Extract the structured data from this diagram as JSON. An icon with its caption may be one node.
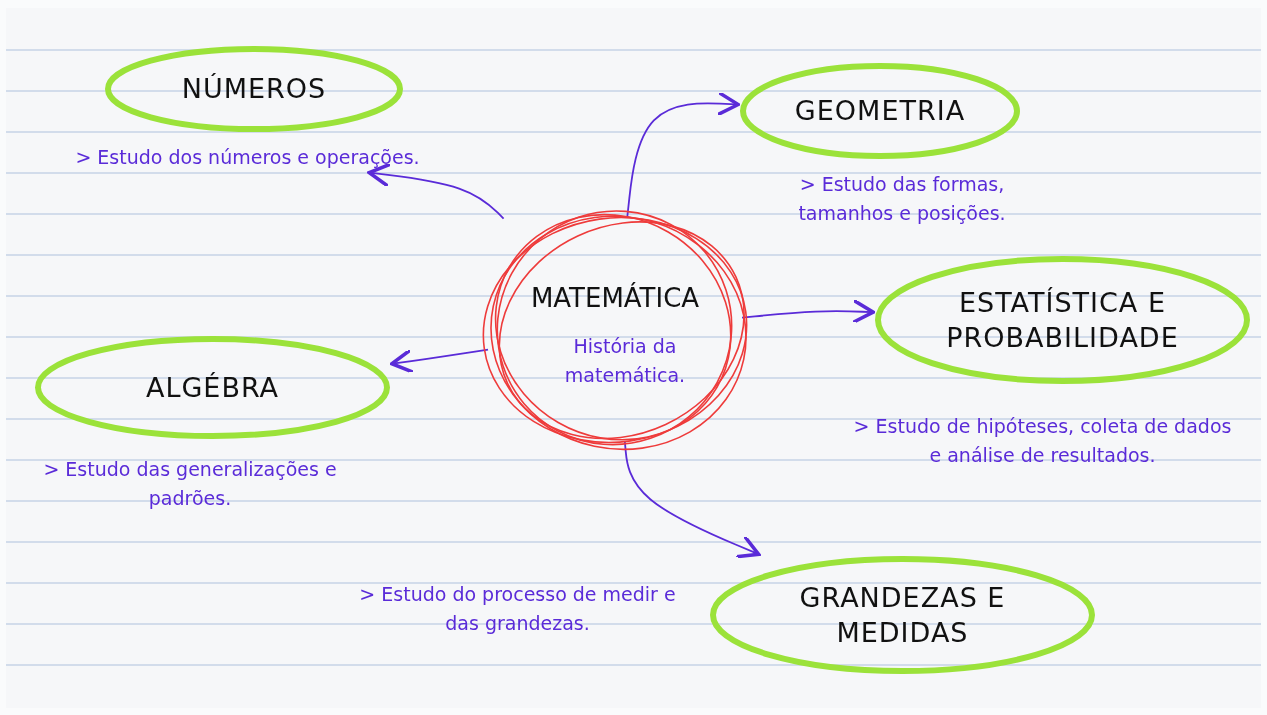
{
  "diagram": {
    "nodes": [
      {
        "text": [
          "MATEMÁTICA",
          "História da matemática."
        ]
      },
      {
        "text": [
          "NÚMEROS"
        ],
        "beside": [
          "> Estudo dos números e operações."
        ]
      },
      {
        "text": [
          "GEOMETRIA"
        ],
        "beside": [
          "> Estudo das formas, tamanhos e posições."
        ]
      },
      {
        "text": [
          "ESTATÍSTICA E PROBABILIDADE"
        ],
        "beside": [
          "> Estudo de hipóteses, coleta de dados e análise de resultados."
        ]
      },
      {
        "text": [
          "ALGÉBRA"
        ],
        "beside": [
          "> Estudo das generalizações e padrões."
        ]
      },
      {
        "text": [
          "GRANDEZAS E MEDIDAS"
        ],
        "beside": [
          "> Estudo do processo de medir e das grandezas."
        ]
      }
    ],
    "edges": [
      {
        "from": 0,
        "to": 1,
        "arrow": "to"
      },
      {
        "from": 0,
        "to": 2,
        "arrow": "to"
      },
      {
        "from": 0,
        "to": 3,
        "arrow": "to"
      },
      {
        "from": 0,
        "to": 4,
        "arrow": "to"
      },
      {
        "from": 0,
        "to": 5,
        "arrow": "to"
      }
    ]
  }
}
